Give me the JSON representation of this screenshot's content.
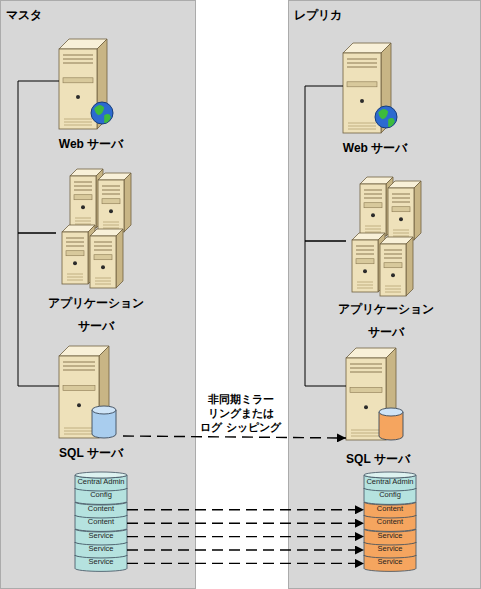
{
  "diagram": {
    "nodes": [
      {
        "text": [
          "マスタ"
        ]
      },
      {
        "text": [
          "Web サーバ"
        ],
        "in": 0
      },
      {
        "text": [
          "アプリケーション サーバ"
        ],
        "in": 0
      },
      {
        "text": [
          "SQL サーバ"
        ],
        "in": 0
      },
      {
        "text": [
          "Central Admin"
        ],
        "in": 0
      },
      {
        "text": [
          "Config"
        ],
        "in": 0
      },
      {
        "text": [
          "Content"
        ],
        "in": 0
      },
      {
        "text": [
          "Content"
        ],
        "in": 0
      },
      {
        "text": [
          "Service"
        ],
        "in": 0
      },
      {
        "text": [
          "Service"
        ],
        "in": 0
      },
      {
        "text": [
          "Service"
        ],
        "in": 0
      },
      {
        "text": [
          "レプリカ"
        ]
      },
      {
        "text": [
          "Web サーバ"
        ],
        "in": 11
      },
      {
        "text": [
          "アプリケーション サーバ"
        ],
        "in": 11
      },
      {
        "text": [
          "SQL サーバ"
        ],
        "in": 11
      },
      {
        "text": [
          "Central Admin"
        ],
        "in": 11
      },
      {
        "text": [
          "Config"
        ],
        "in": 11
      },
      {
        "text": [
          "Content"
        ],
        "in": 11
      },
      {
        "text": [
          "Content"
        ],
        "in": 11
      },
      {
        "text": [
          "Service"
        ],
        "in": 11
      },
      {
        "text": [
          "Service"
        ],
        "in": 11
      },
      {
        "text": [
          "Service"
        ],
        "in": 11
      }
    ],
    "edges": [
      {
        "from": 1,
        "to": 2,
        "arrow": "none"
      },
      {
        "from": 2,
        "to": 3,
        "arrow": "none"
      },
      {
        "from": 12,
        "to": 13,
        "arrow": "none"
      },
      {
        "from": 13,
        "to": 14,
        "arrow": "none"
      },
      {
        "from": 3,
        "to": 14,
        "label": "非同期ミラー リングまたは ログ シッピング",
        "arrow": "to"
      },
      {
        "from": 6,
        "to": 17,
        "arrow": "to"
      },
      {
        "from": 7,
        "to": 18,
        "arrow": "to"
      },
      {
        "from": 8,
        "to": 19,
        "arrow": "to"
      },
      {
        "from": 9,
        "to": 20,
        "arrow": "to"
      },
      {
        "from": 10,
        "to": 21,
        "arrow": "to"
      }
    ]
  }
}
